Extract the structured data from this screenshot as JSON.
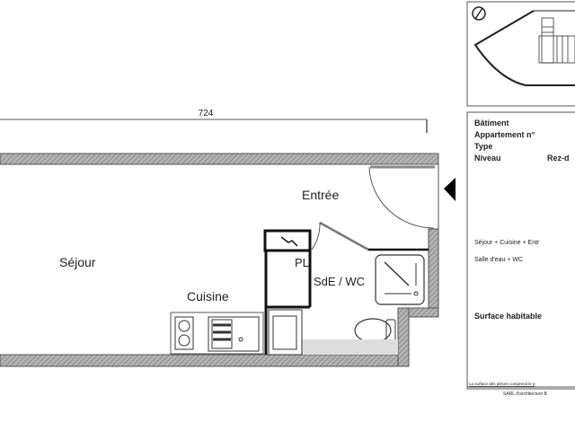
{
  "dimension": "724",
  "rooms": {
    "entree": "Entrée",
    "sejour": "Séjour",
    "cuisine": "Cuisine",
    "placard": "PL",
    "sde_wc": "SdE / WC"
  },
  "title_block": {
    "batiment": "Bâtiment",
    "appartement": "Appartement n°",
    "type": "Type",
    "niveau": "Niveau",
    "niveau_value": "Rez-d",
    "room_group_1": "Séjour + Cuisine + Entr",
    "room_group_2": "Salle d'eau + WC",
    "surface": "Surface habitable",
    "footnote": "La surface des pièces comprend le p",
    "architect": "SARL d'architecture B"
  },
  "colors": {
    "wall": "#9a9a9a",
    "line": "#111111"
  }
}
